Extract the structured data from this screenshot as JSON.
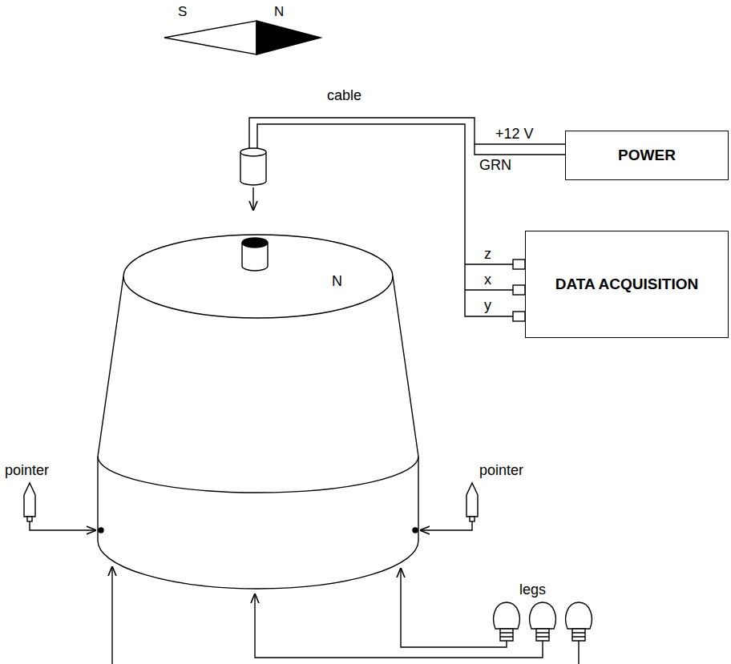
{
  "diagram": {
    "nodes": [
      {
        "text": [
          "POWER"
        ]
      },
      {
        "text": [
          "DATA ACQUISITION"
        ]
      }
    ],
    "labels": [
      "S",
      "N",
      "cable",
      "+12 V",
      "GRN",
      "z",
      "x",
      "y",
      "N",
      "pointer",
      "pointer",
      "legs"
    ]
  }
}
